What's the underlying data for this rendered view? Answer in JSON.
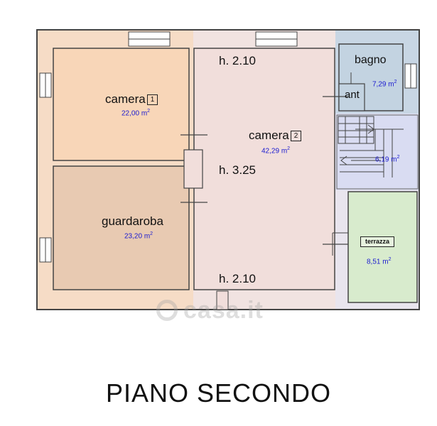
{
  "rooms": {
    "camera1": {
      "name": "camera",
      "number": "1",
      "area": "22,00",
      "unit": "m",
      "unit_exp": "2"
    },
    "camera2": {
      "name": "camera",
      "number": "2",
      "area": "42,29",
      "unit": "m",
      "unit_exp": "2"
    },
    "guardaroba": {
      "name": "guardaroba",
      "area": "23,20",
      "unit": "m",
      "unit_exp": "2"
    },
    "bagno": {
      "name": "bagno",
      "area": "7,29",
      "unit": "m",
      "unit_exp": "2"
    },
    "ant": {
      "name": "ant"
    },
    "stairs": {
      "area": "6,19",
      "unit": "m",
      "unit_exp": "2"
    },
    "terrazza": {
      "name": "terrazza",
      "area": "8,51",
      "unit": "m",
      "unit_exp": "2"
    }
  },
  "heights": {
    "top": "h. 2.10",
    "middle": "h. 3.25",
    "bottom": "h. 2.10"
  },
  "title": "PIANO SECONDO",
  "watermark": "casa.it",
  "colors": {
    "camera1": "#f8d6b8",
    "guardaroba": "#e8cab2",
    "camera2": "#f1dedb",
    "bagno": "#c3d3e1",
    "stairs": "#d9dcf2",
    "terrazza": "#d8ebcd",
    "walls": "#444444",
    "area_text": "#1a1ad0"
  }
}
